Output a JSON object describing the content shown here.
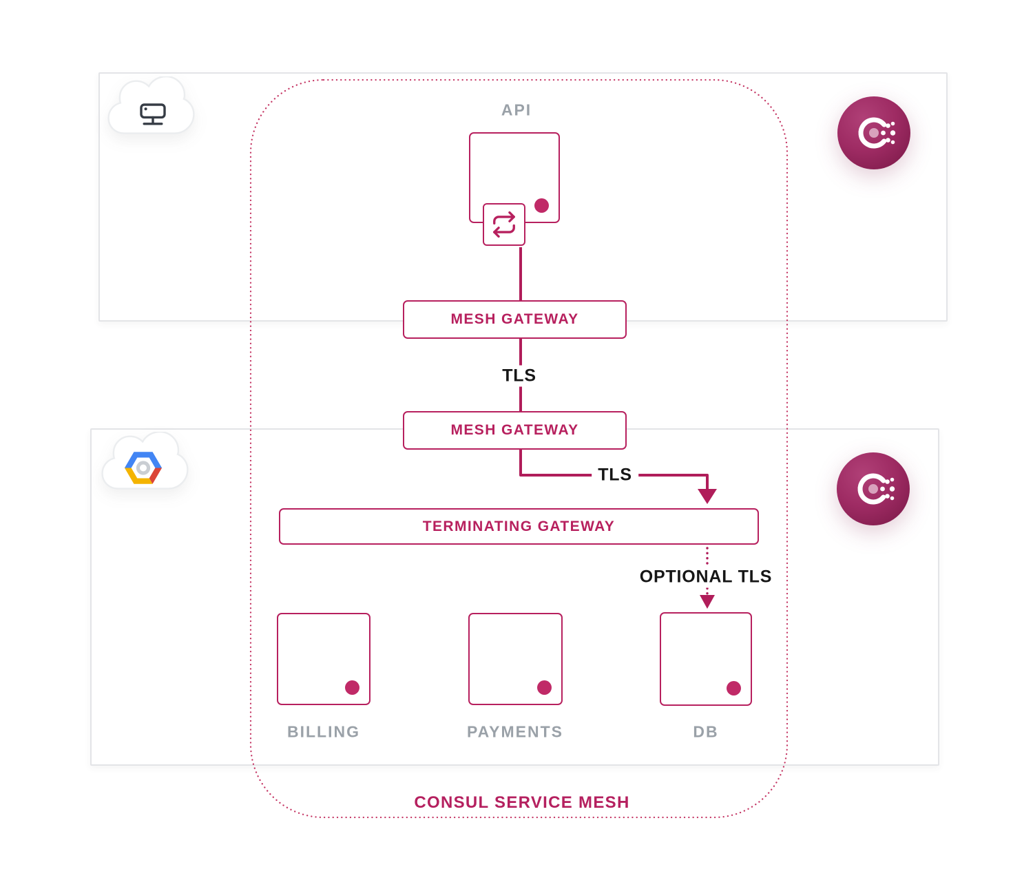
{
  "diagram": {
    "title": "CONSUL SERVICE MESH",
    "colors": {
      "accent": "#b7205e",
      "connector": "#b01d5a",
      "service_dot": "#c02a67",
      "dotted_boundary": "#c53765",
      "gray_label": "#9aa1a8",
      "black_label": "#161616",
      "panel_border": "#e3e4e7",
      "consul_logo_light": "#b04077",
      "consul_logo_dark": "#7f1b4b",
      "gcp_blue": "#4285f4",
      "gcp_red": "#db4437",
      "gcp_yellow": "#f4b400"
    },
    "icons": {
      "top_panel_provider": "cloud-server-icon",
      "top_panel_logo": "consul-logo-icon",
      "bottom_panel_provider": "google-cloud-icon",
      "bottom_panel_logo": "consul-logo-icon",
      "api_badge": "sync-icon"
    },
    "nodes": {
      "api": {
        "label": "API"
      },
      "mesh_gateway_top": {
        "label": "MESH GATEWAY"
      },
      "mesh_gateway_bottom": {
        "label": "MESH GATEWAY"
      },
      "terminating_gateway": {
        "label": "TERMINATING GATEWAY"
      },
      "billing": {
        "label": "BILLING"
      },
      "payments": {
        "label": "PAYMENTS"
      },
      "db": {
        "label": "DB"
      }
    },
    "edges": {
      "tls_between_gateways": {
        "label": "TLS"
      },
      "tls_to_terminating": {
        "label": "TLS"
      },
      "optional_tls": {
        "label": "OPTIONAL TLS"
      }
    }
  }
}
